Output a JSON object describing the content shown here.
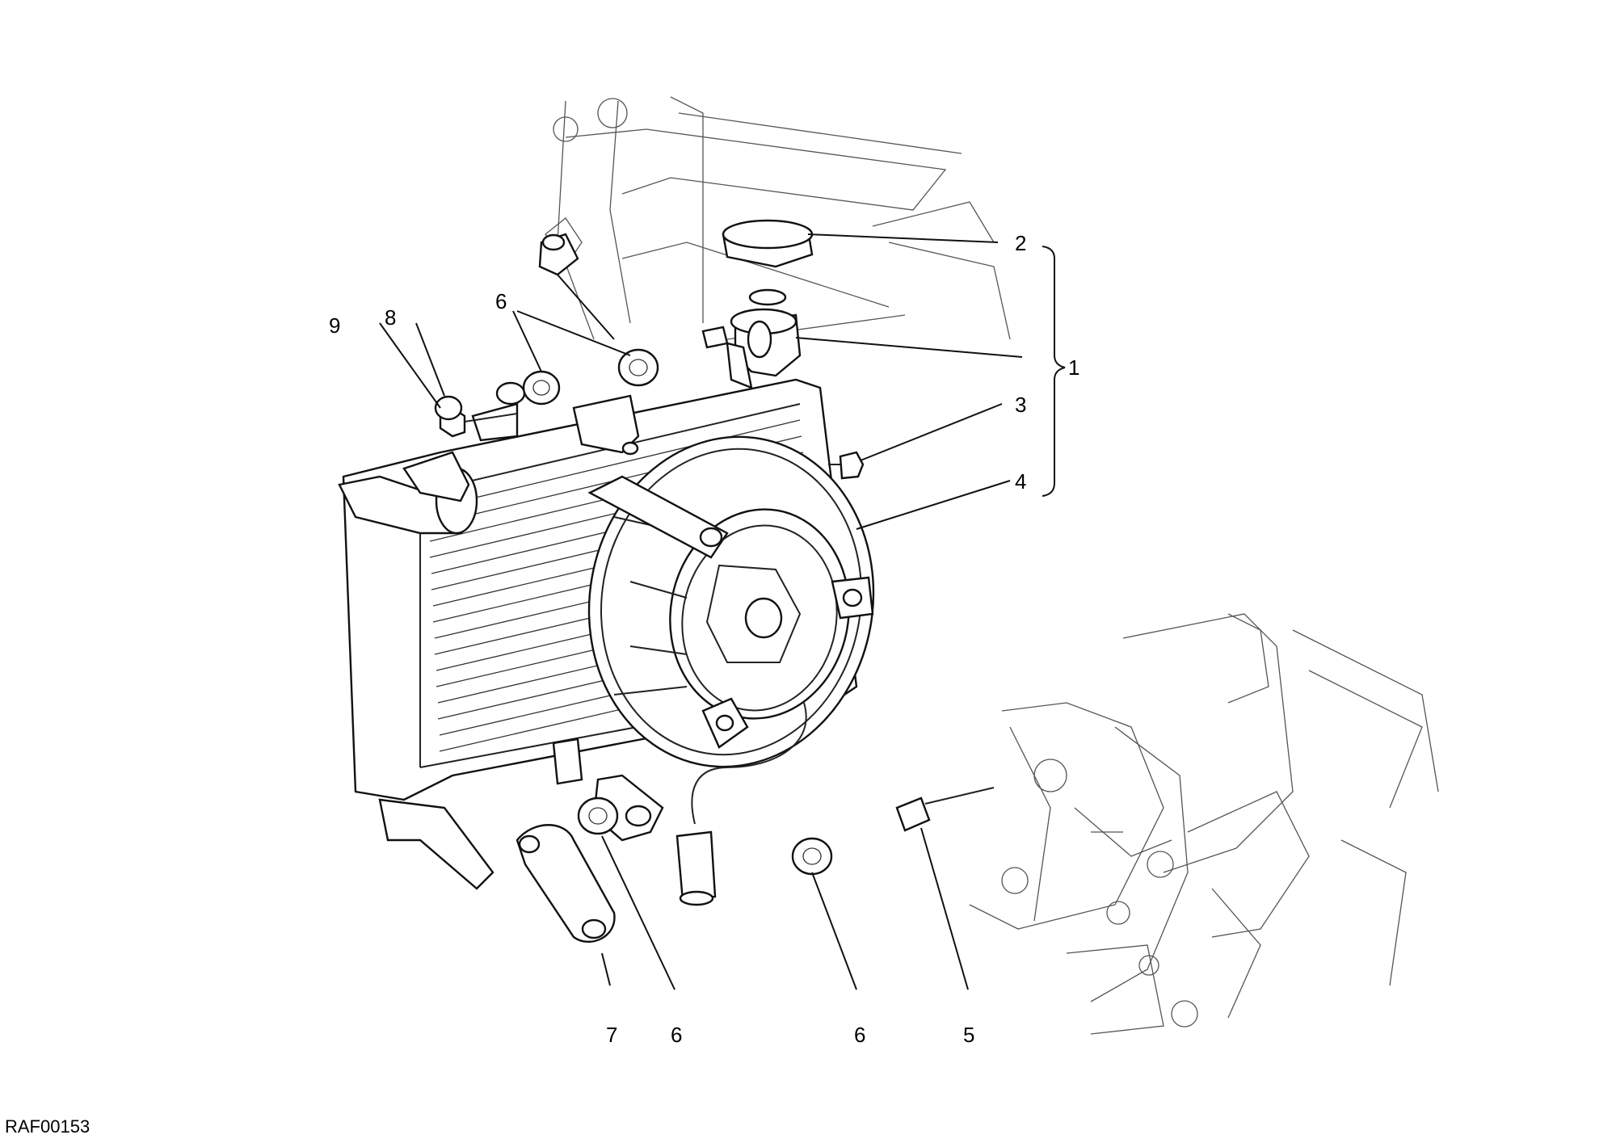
{
  "drawing": {
    "reference_code": "RAF00153"
  },
  "callouts": [
    {
      "id": "c1",
      "label": "1"
    },
    {
      "id": "c2",
      "label": "2"
    },
    {
      "id": "c3",
      "label": "3"
    },
    {
      "id": "c4",
      "label": "4"
    },
    {
      "id": "c5",
      "label": "5"
    },
    {
      "id": "c6a",
      "label": "6"
    },
    {
      "id": "c6b",
      "label": "6"
    },
    {
      "id": "c6c",
      "label": "6"
    },
    {
      "id": "c7",
      "label": "7"
    },
    {
      "id": "c8",
      "label": "8"
    },
    {
      "id": "c9",
      "label": "9"
    }
  ]
}
